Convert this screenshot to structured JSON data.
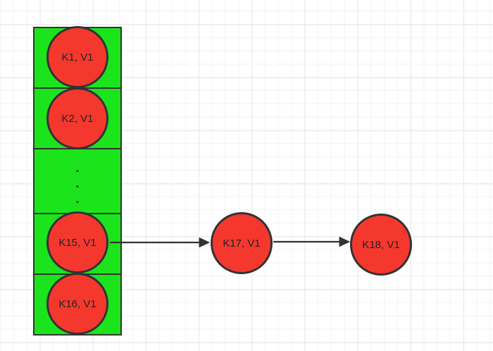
{
  "diagram": {
    "colors": {
      "canvas_bg": "#ffffff",
      "grid_minor": "#f3f3f3",
      "grid_major": "#e7e7e7",
      "bucket_fill": "#1ce41c",
      "node_fill": "#f5382e",
      "stroke": "#333333",
      "label_text": "#242424"
    },
    "bucket_array": {
      "cells": [
        {
          "kind": "entry",
          "label": "K1, V1"
        },
        {
          "kind": "entry",
          "label": "K2, V1"
        },
        {
          "kind": "ellipsis",
          "dot": "."
        },
        {
          "kind": "entry",
          "label": "K15, V1"
        },
        {
          "kind": "entry",
          "label": "K16, V1"
        }
      ]
    },
    "chain_nodes": [
      {
        "label": "K17, V1"
      },
      {
        "label": "K18, V1"
      }
    ],
    "edges": [
      {
        "from": "K15, V1",
        "to": "K17, V1"
      },
      {
        "from": "K17, V1",
        "to": "K18, V1"
      }
    ]
  }
}
